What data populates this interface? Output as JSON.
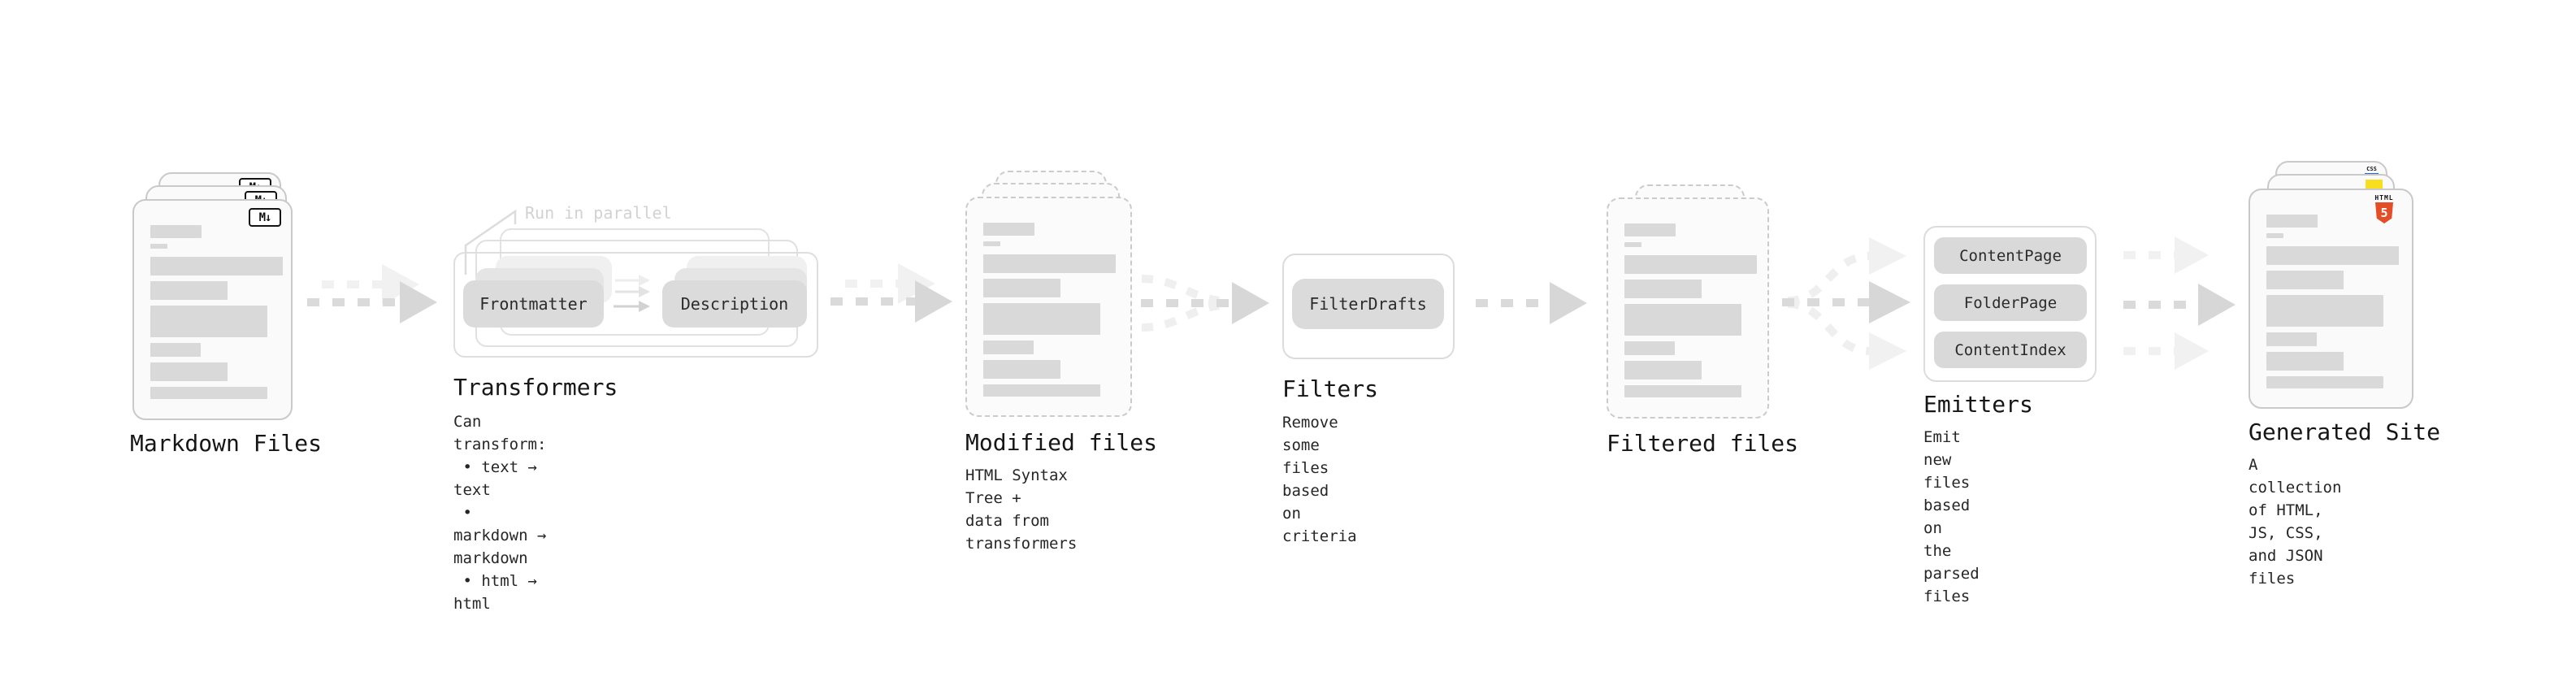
{
  "stages": {
    "markdown": {
      "title": "Markdown Files",
      "badge": "M↓"
    },
    "transformers": {
      "title": "Transformers",
      "note": "Run in parallel",
      "transformer_a": "Frontmatter",
      "transformer_b": "Description",
      "subtitle": "Can transform:\n • text → text\n • markdown → markdown\n • html → html"
    },
    "modified": {
      "title": "Modified files",
      "subtitle": "HTML Syntax Tree +\ndata from transformers"
    },
    "filters": {
      "title": "Filters",
      "filter_name": "FilterDrafts",
      "subtitle": "Remove some files based\non criteria"
    },
    "filtered": {
      "title": "Filtered files"
    },
    "emitters": {
      "title": "Emitters",
      "buttons": [
        "ContentPage",
        "FolderPage",
        "ContentIndex"
      ],
      "subtitle": "Emit new files based on\nthe parsed files"
    },
    "generated": {
      "title": "Generated Site",
      "subtitle": "A collection of HTML,\nJS, CSS, and JSON files",
      "file_badges": {
        "html": "HTML",
        "html_number": "5",
        "css": "CSS"
      }
    }
  },
  "colors": {
    "html5_orange": "#e44d26",
    "js_yellow": "#f7df1e",
    "css_blue": "#2965f1",
    "placeholder_gray": "#d9d9d9",
    "arrow_dark": "#dadada",
    "arrow_light": "#f1f1f1"
  }
}
